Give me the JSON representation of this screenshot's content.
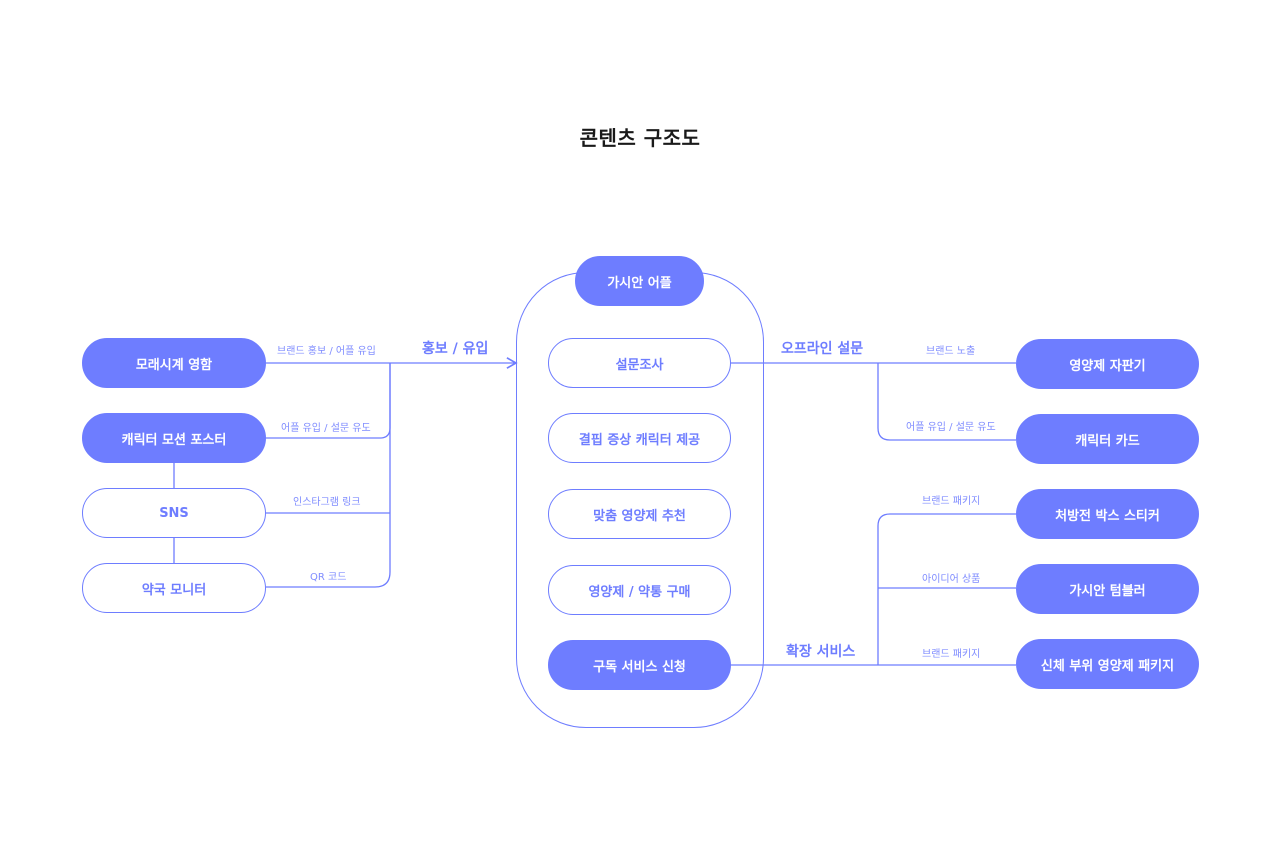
{
  "title": "콘텐츠 구조도",
  "colors": {
    "accent": "#6e7dff",
    "text": "#1a1a1a",
    "background": "#ffffff"
  },
  "left_nodes": [
    {
      "label": "모래시계 영함",
      "style": "filled"
    },
    {
      "label": "캐릭터 모션 포스터",
      "style": "filled"
    },
    {
      "label": "SNS",
      "style": "outline"
    },
    {
      "label": "약국 모니터",
      "style": "outline"
    }
  ],
  "left_edge_labels": [
    "브랜드 홍보 / 어플 유입",
    "어플 유입 / 설문 유도",
    "인스타그램 링크",
    "QR 코드"
  ],
  "left_group_label": "홍보 / 유입",
  "center": {
    "header": "가시안 어플",
    "items": [
      {
        "label": "설문조사",
        "style": "outline"
      },
      {
        "label": "결핍 증상 캐릭터 제공",
        "style": "outline"
      },
      {
        "label": "맞춤 영양제 추천",
        "style": "outline"
      },
      {
        "label": "영양제 / 약통 구매",
        "style": "outline"
      },
      {
        "label": "구독 서비스 신청",
        "style": "filled"
      }
    ]
  },
  "right_group_labels": {
    "offline": "오프라인 설문",
    "extension": "확장 서비스"
  },
  "right_nodes": [
    {
      "label": "영양제 자판기",
      "style": "filled"
    },
    {
      "label": "캐릭터 카드",
      "style": "filled"
    },
    {
      "label": "처방전 박스 스티커",
      "style": "filled"
    },
    {
      "label": "가시안 텀블러",
      "style": "filled"
    },
    {
      "label": "신체 부위 영양제 패키지",
      "style": "filled"
    }
  ],
  "right_edge_labels": [
    "브랜드 노출",
    "어플 유입 / 설문 유도",
    "브랜드 패키지",
    "아이디어 상품",
    "브랜드 패키지"
  ]
}
